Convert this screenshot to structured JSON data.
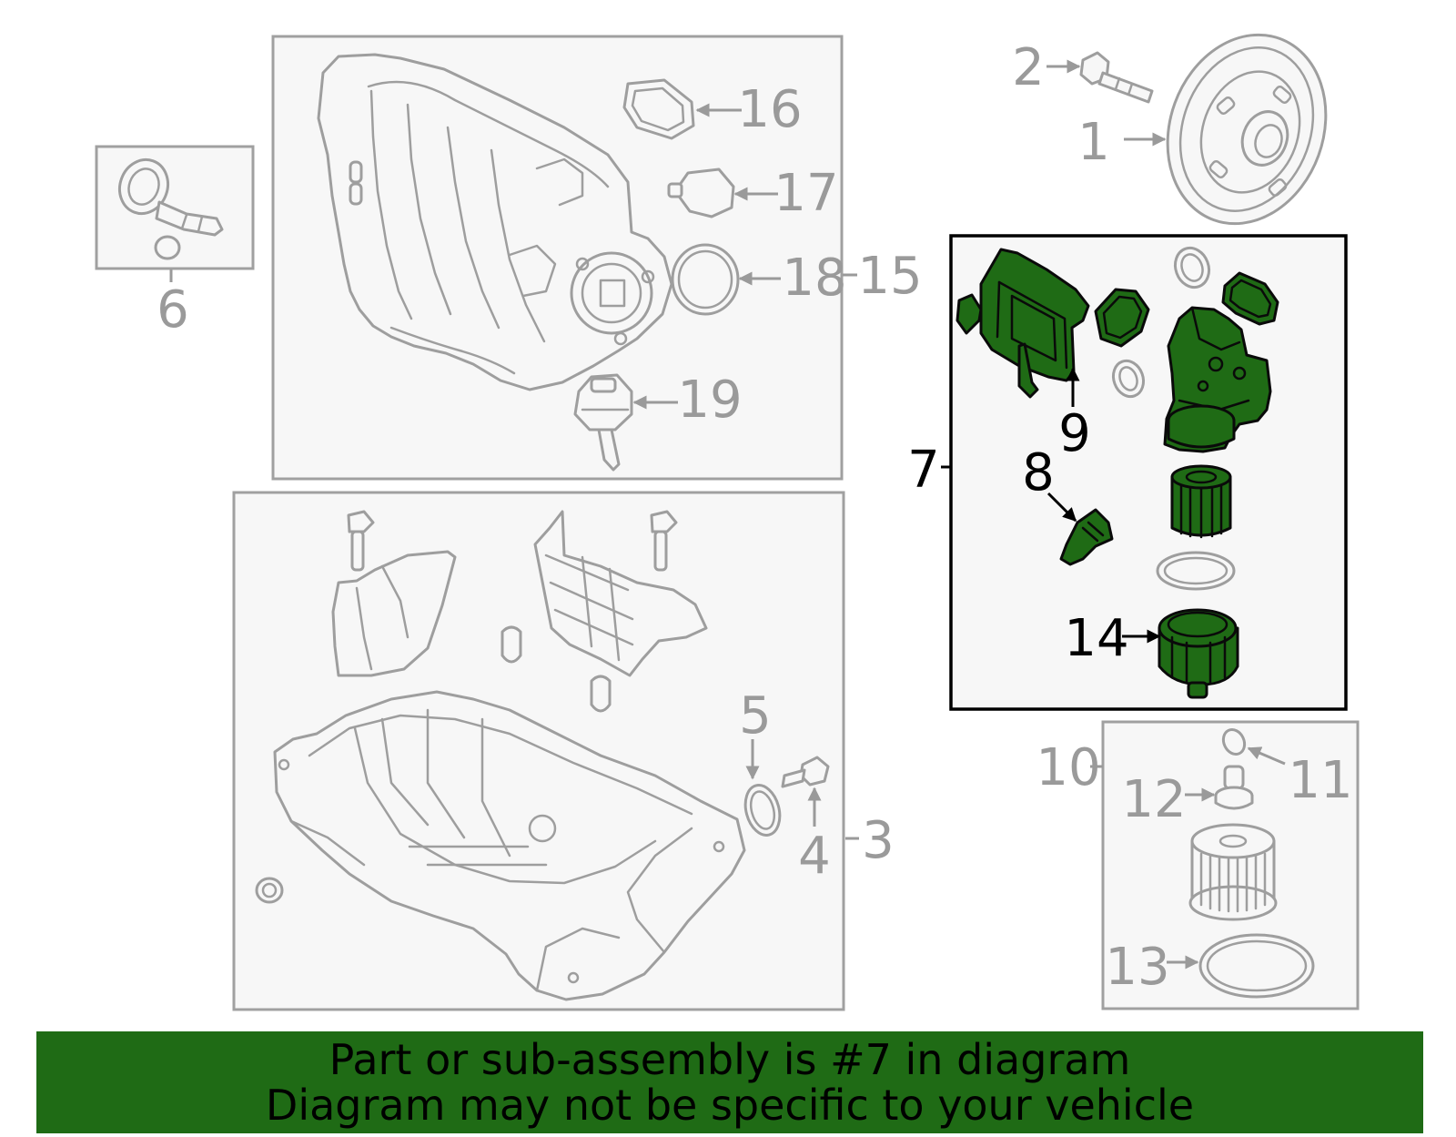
{
  "colors": {
    "highlight": "#1f6b15",
    "banner": "#1f6b15",
    "outline_grey": "#9e9e9e",
    "outline_black": "#000000"
  },
  "callouts": {
    "c1": "1",
    "c2": "2",
    "c3": "3",
    "c4": "4",
    "c5": "5",
    "c6": "6",
    "c7": "7",
    "c8": "8",
    "c9": "9",
    "c10": "10",
    "c11": "11",
    "c12": "12",
    "c13": "13",
    "c14": "14",
    "c15": "15",
    "c16": "16",
    "c17": "17",
    "c18": "18",
    "c19": "19"
  },
  "banner": {
    "line1": "Part or sub-assembly is #7 in diagram",
    "line2": "Diagram may not be specific to your vehicle"
  }
}
